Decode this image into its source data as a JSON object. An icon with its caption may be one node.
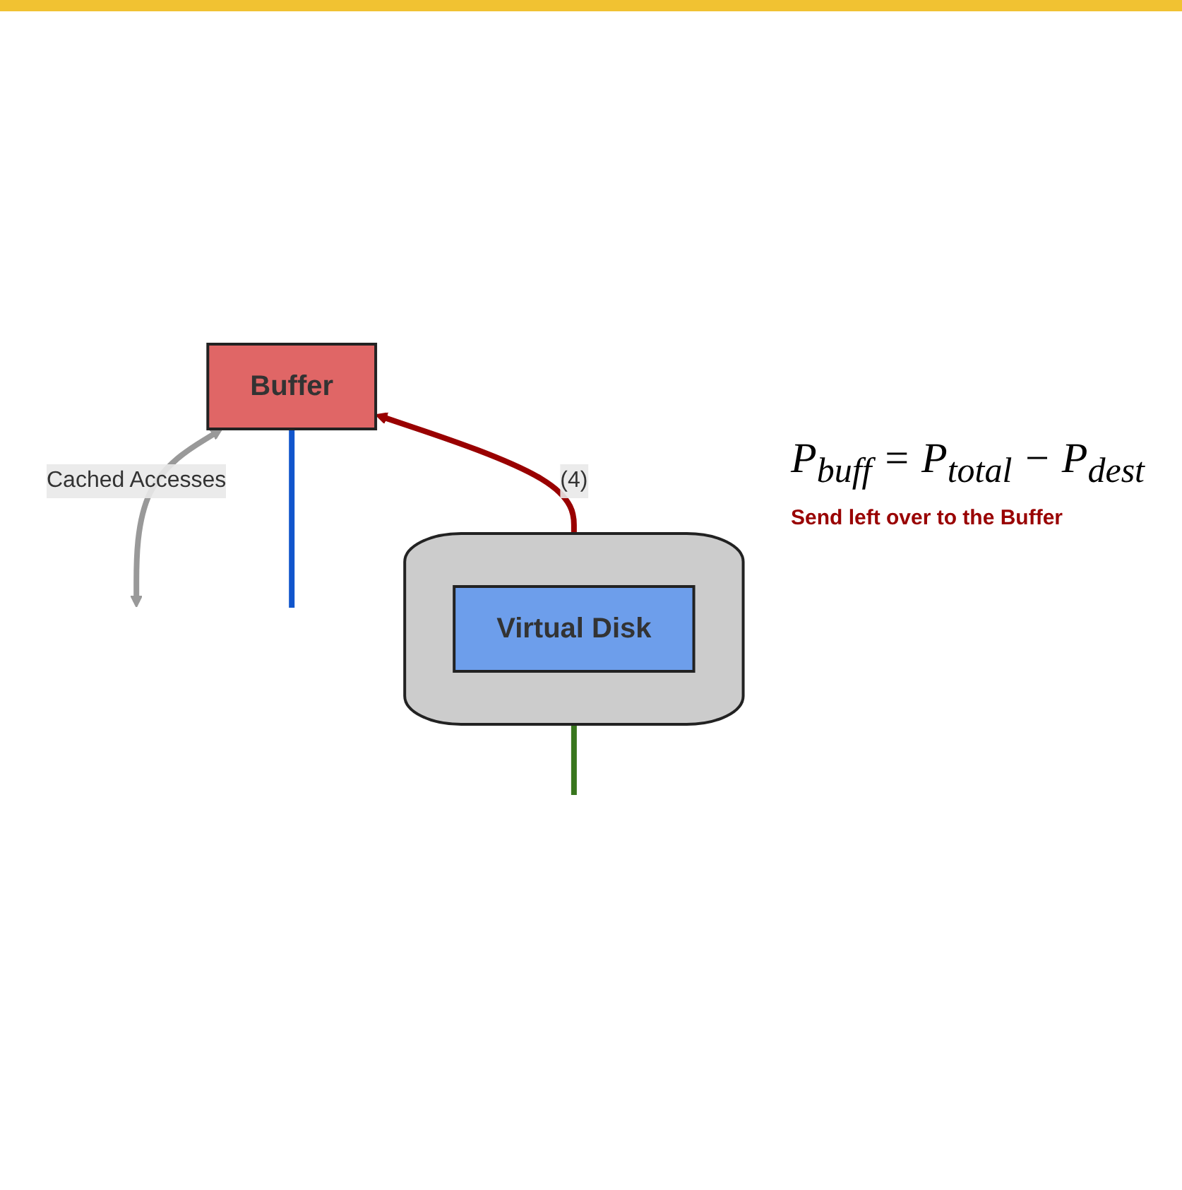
{
  "diagram": {
    "nodes": [
      {
        "text": [
          "Buffer"
        ]
      },
      {
        "text": [],
        "shape": "cylinder"
      },
      {
        "text": [
          "Virtual Disk"
        ],
        "in": 1
      }
    ],
    "edges": [
      {
        "from": null,
        "to": 0,
        "arrow": "both",
        "label": "Cached Accesses",
        "color": "#999999"
      },
      {
        "from": null,
        "to": 0,
        "arrow": "none",
        "color": "#1155cc"
      },
      {
        "from": 1,
        "to": 0,
        "arrow": "to",
        "label": "(4)",
        "color": "#990000"
      },
      {
        "from": null,
        "to": 1,
        "arrow": "none",
        "color": "#38761d"
      }
    ],
    "labels": [
      "P$_{buff}$ = P$_{total}$ − P$_{dest}$",
      "Send left over to the Buffer"
    ]
  }
}
